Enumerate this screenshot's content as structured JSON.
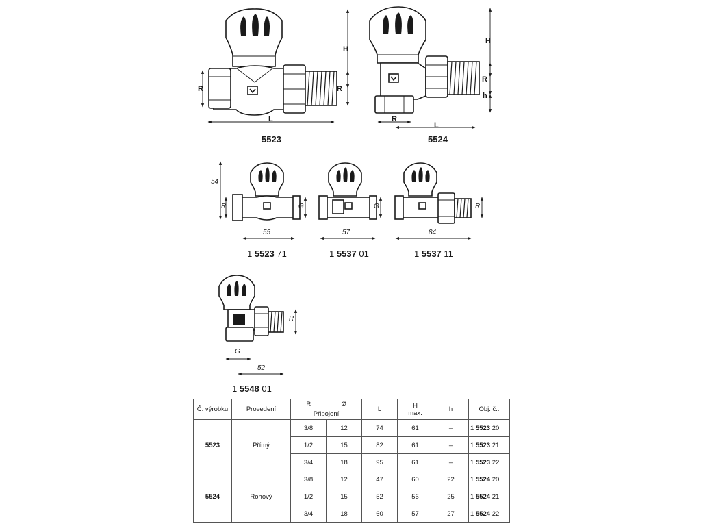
{
  "figures": {
    "v5523": {
      "label": "5523",
      "dims": {
        "R": "R",
        "L": "L",
        "H": "H"
      }
    },
    "v5524": {
      "label": "5524",
      "dims": {
        "R": "R",
        "L": "L",
        "H": "H",
        "h": "h"
      }
    },
    "v552371": {
      "prefix": "1",
      "code": "5523",
      "suffix": "71",
      "dims": {
        "height": "54",
        "R": "R",
        "G": "G",
        "length": "55"
      }
    },
    "v553701": {
      "prefix": "1",
      "code": "5537",
      "suffix": "01",
      "dims": {
        "G": "G",
        "length": "57"
      }
    },
    "v553711": {
      "prefix": "1",
      "code": "5537",
      "suffix": "11",
      "dims": {
        "R": "R",
        "length": "84"
      }
    },
    "v554801": {
      "prefix": "1",
      "code": "5548",
      "suffix": "01",
      "dims": {
        "R": "R",
        "G": "G",
        "length": "52"
      }
    }
  },
  "table": {
    "headers": {
      "product": "Č. výrobku",
      "type": "Provedení",
      "r": "R",
      "dia": "Ø",
      "connection": "Připojení",
      "l": "L",
      "h_max_top": "H",
      "h_max_bottom": "max.",
      "h_small": "h",
      "order": "Obj. č.:"
    },
    "groups": [
      {
        "product": "5523",
        "type": "Přímý",
        "rows": [
          {
            "r": "3/8",
            "dia": "12",
            "l": "74",
            "hmax": "61",
            "h": "–",
            "order_prefix": "1",
            "order_code": "5523",
            "order_suffix": "20"
          },
          {
            "r": "1/2",
            "dia": "15",
            "l": "82",
            "hmax": "61",
            "h": "–",
            "order_prefix": "1",
            "order_code": "5523",
            "order_suffix": "21"
          },
          {
            "r": "3/4",
            "dia": "18",
            "l": "95",
            "hmax": "61",
            "h": "–",
            "order_prefix": "1",
            "order_code": "5523",
            "order_suffix": "22"
          }
        ]
      },
      {
        "product": "5524",
        "type": "Rohový",
        "rows": [
          {
            "r": "3/8",
            "dia": "12",
            "l": "47",
            "hmax": "60",
            "h": "22",
            "order_prefix": "1",
            "order_code": "5524",
            "order_suffix": "20"
          },
          {
            "r": "1/2",
            "dia": "15",
            "l": "52",
            "hmax": "56",
            "h": "25",
            "order_prefix": "1",
            "order_code": "5524",
            "order_suffix": "21"
          },
          {
            "r": "3/4",
            "dia": "18",
            "l": "60",
            "hmax": "57",
            "h": "27",
            "order_prefix": "1",
            "order_code": "5524",
            "order_suffix": "22"
          }
        ]
      }
    ]
  }
}
